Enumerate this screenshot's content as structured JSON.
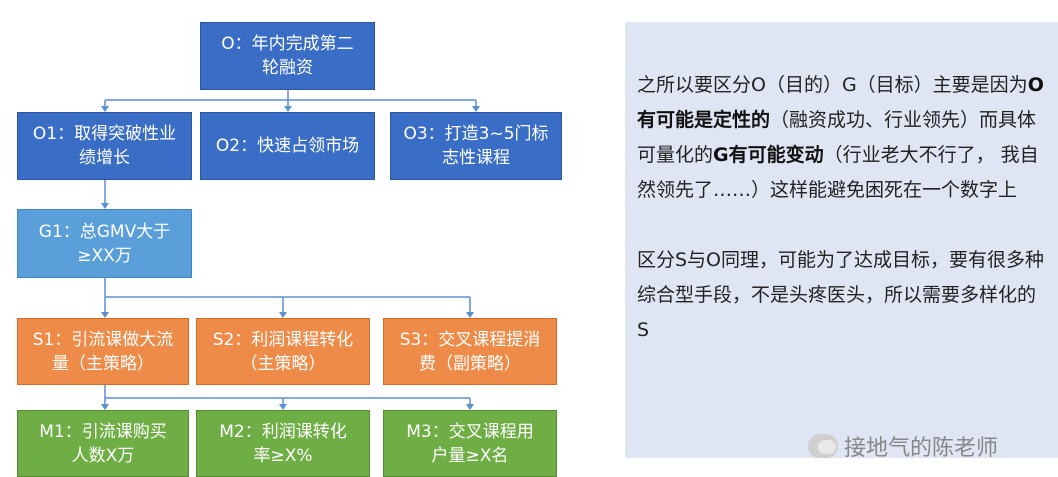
{
  "diagram": {
    "objective": "O：年内完成第二\n轮融资",
    "objectives": [
      "O1：取得突破性业\n绩增长",
      "O2：快速占领市场",
      "O3：打造3~5门标\n志性课程"
    ],
    "goal": "G1：总GMV大于\n≥XX万",
    "strategies": [
      "S1：引流课做大流\n量（主策略）",
      "S2：利润课程转化\n（主策略）",
      "S3：交叉课程提消\n费（副策略）"
    ],
    "measures": [
      "M1：引流课购买\n人数X万",
      "M2：利润课转化\n率≥X%",
      "M3：交叉课程用\n户量≥X名"
    ]
  },
  "explanation": {
    "p1_a": "之所以要区分O（目的）G（目标）主要是因为",
    "p1_b": "O有可能是定性的",
    "p1_c": "（融资成功、行业领先）而具体可量化的",
    "p1_d": "G有可能变动",
    "p1_e": "（行业老大不行了， 我自然领先了……）这样能避免困死在一个数字上",
    "p2": "区分S与O同理，可能为了达成目标，要有很多种综合型手段，不是头疼医头，所以需要多样化的S"
  },
  "watermark": {
    "icon": "wechat-icon",
    "text": "接地气的陈老师"
  },
  "colors": {
    "objective": "#3a6ec6",
    "goal": "#5a9fda",
    "strategy": "#ef8b48",
    "measure": "#6fae45",
    "connector": "#5a8fd0",
    "panel": "#dfe5f2"
  }
}
